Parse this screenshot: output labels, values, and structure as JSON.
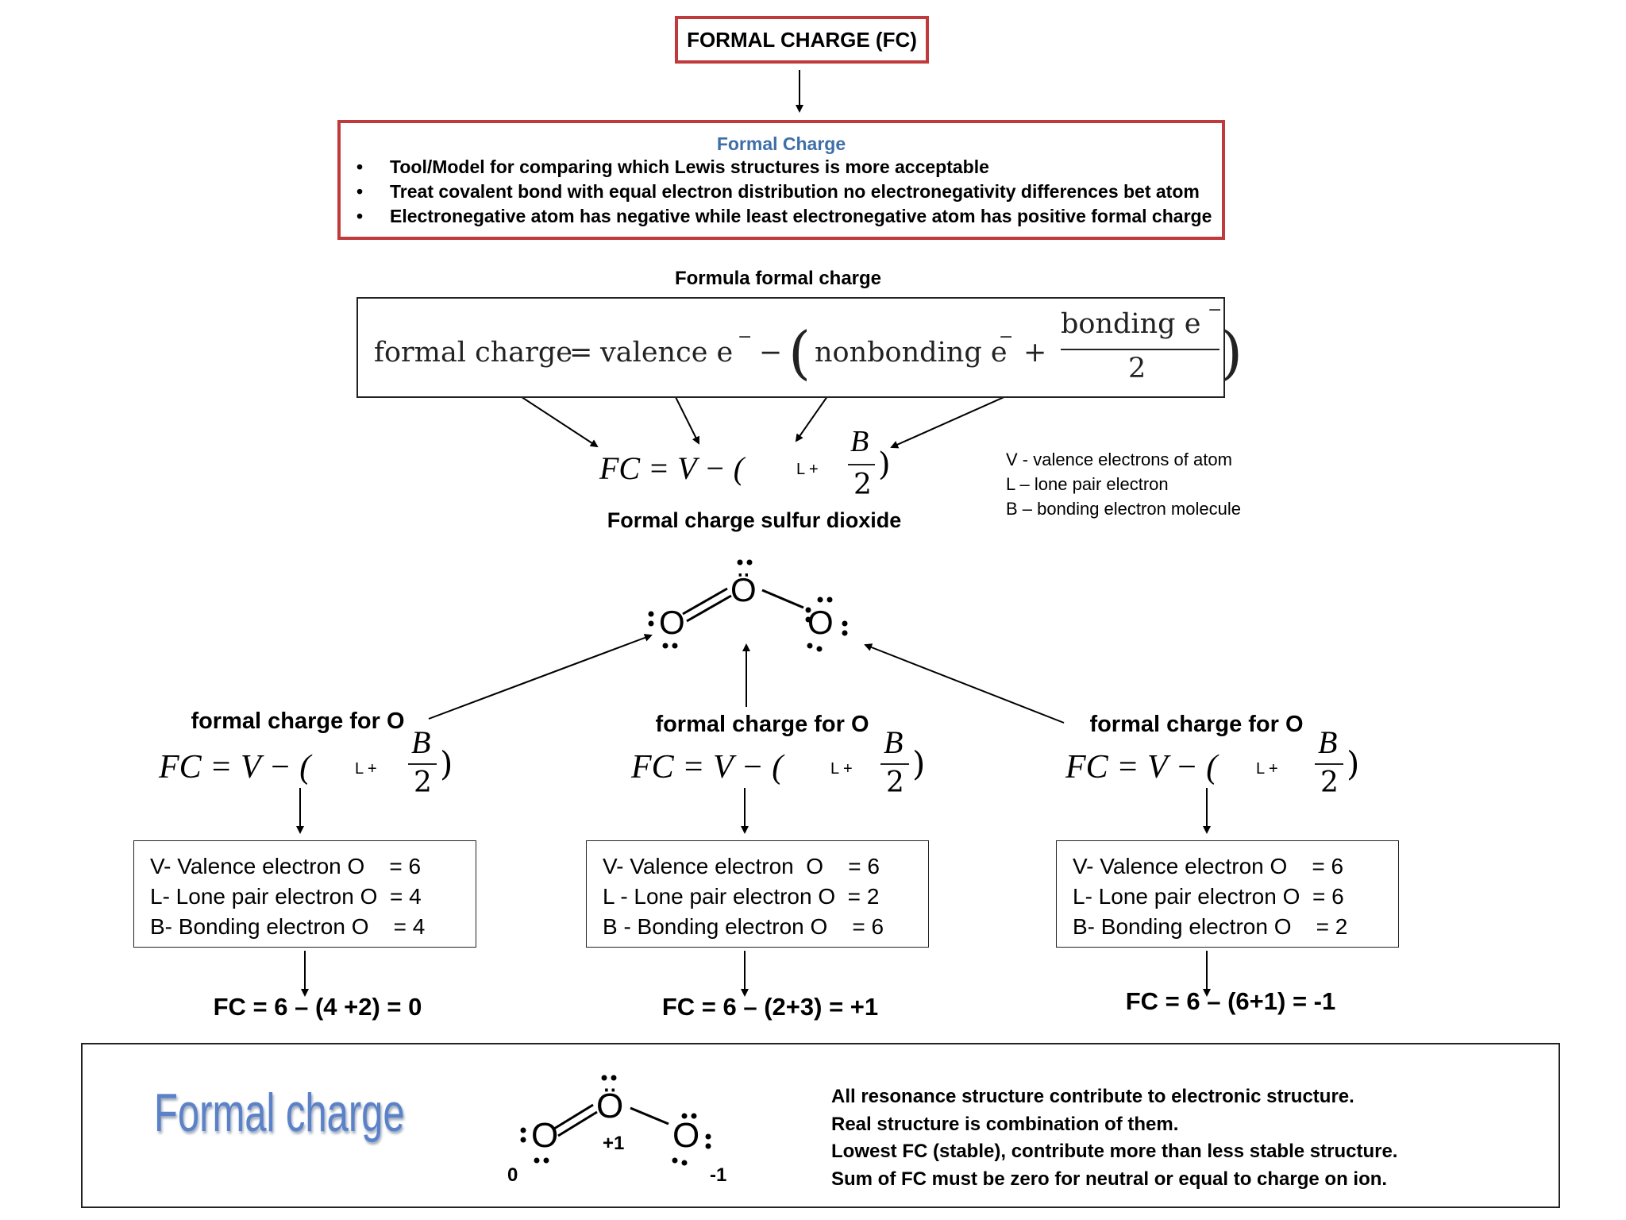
{
  "title": "FORMAL CHARGE (FC)",
  "intro": {
    "title": "Formal Charge",
    "bullets": [
      "Tool/Model for comparing  which Lewis structures is more acceptable",
      "Treat covalent bond with equal electron distribution no electronegativity differences bet atom",
      "Electronegative atom has negative while least electronegative atom has positive formal charge"
    ]
  },
  "formula": {
    "heading": "Formula formal charge",
    "full": {
      "lhs": "formal charge",
      "eq": "=",
      "valence": "valence e",
      "minus": "−",
      "nonbonding": "nonbonding e",
      "plus": "+",
      "bonding": "bonding e",
      "two": "2",
      "superscript": "−"
    },
    "short": {
      "lhs": "FC = V − (",
      "l": "L +",
      "b": "B",
      "two": "2",
      "close": ")"
    }
  },
  "legend": [
    "V - valence electrons of atom",
    "L – lone pair electron",
    "B – bonding electron molecule"
  ],
  "so2": {
    "heading": "Formal charge sulfur dioxide",
    "atom": "O",
    "center_atom": "Ö"
  },
  "columns": [
    {
      "heading": "formal charge for O",
      "formula": {
        "lhs": "FC = V − (",
        "l": "L +",
        "b": "B",
        "two": "2",
        "close": ")"
      },
      "lines": [
        "V- Valence electron O    = 6",
        "L- Lone pair electron O  = 4",
        "B- Bonding electron O    = 4"
      ],
      "result": "FC = 6 – (4 +2) = 0"
    },
    {
      "heading": "formal charge for O",
      "formula": {
        "lhs": "FC = V − (",
        "l": "L +",
        "b": "B",
        "two": "2",
        "close": ")"
      },
      "lines": [
        "V- Valence electron  O    = 6",
        "L - Lone pair electron O  = 2",
        "B - Bonding electron O    = 6"
      ],
      "result": "FC = 6 – (2+3) = +1"
    },
    {
      "heading": "formal charge for O",
      "formula": {
        "lhs": "FC = V − (",
        "l": "L +",
        "b": "B",
        "two": "2",
        "close": ")"
      },
      "lines": [
        "V- Valence electron O    = 6",
        "L- Lone pair electron O  = 6",
        "B- Bonding electron O    = 2"
      ],
      "result": "FC = 6 – (6+1) = -1"
    }
  ],
  "summary": {
    "label": "Formal charge",
    "charges": {
      "left": "0",
      "center": "+1",
      "right": "-1"
    },
    "lines": [
      "All resonance structure contribute to electronic structure.",
      "Real structure is combination of them.",
      "Lowest FC (stable), contribute more than less stable structure.",
      "Sum of FC must be zero for neutral or equal to charge on ion."
    ]
  }
}
